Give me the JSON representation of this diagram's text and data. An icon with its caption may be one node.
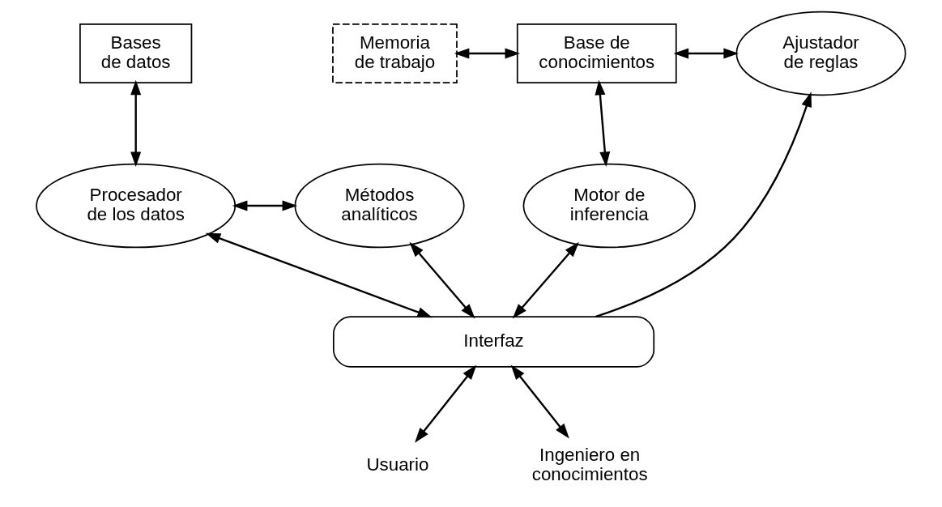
{
  "diagram": {
    "nodes": [
      {
        "text": [
          "Bases de datos"
        ]
      },
      {
        "text": [
          "Memoria de trabajo"
        ]
      },
      {
        "text": [
          "Base de conocimientos"
        ]
      },
      {
        "text": [
          "Ajustador de reglas"
        ]
      },
      {
        "text": [
          "Procesador de los datos"
        ]
      },
      {
        "text": [
          "Métodos analíticos"
        ]
      },
      {
        "text": [
          "Motor de inferencia"
        ]
      },
      {
        "text": [
          "Interfaz"
        ]
      },
      {
        "text": [
          "Usuario"
        ]
      },
      {
        "text": [
          "Ingeniero en conocimientos"
        ]
      }
    ],
    "edges": [
      {
        "from": 0,
        "to": 4,
        "arrow": "both"
      },
      {
        "from": 1,
        "to": 2,
        "arrow": "both"
      },
      {
        "from": 2,
        "to": 3,
        "arrow": "both"
      },
      {
        "from": 2,
        "to": 6,
        "arrow": "both"
      },
      {
        "from": 4,
        "to": 5,
        "arrow": "both"
      },
      {
        "from": 4,
        "to": 7,
        "arrow": "both"
      },
      {
        "from": 5,
        "to": 7,
        "arrow": "both"
      },
      {
        "from": 6,
        "to": 7,
        "arrow": "both"
      },
      {
        "from": 7,
        "to": 3,
        "arrow": "to"
      },
      {
        "from": 8,
        "to": 7,
        "arrow": "both"
      },
      {
        "from": 9,
        "to": 7,
        "arrow": "both"
      }
    ]
  }
}
